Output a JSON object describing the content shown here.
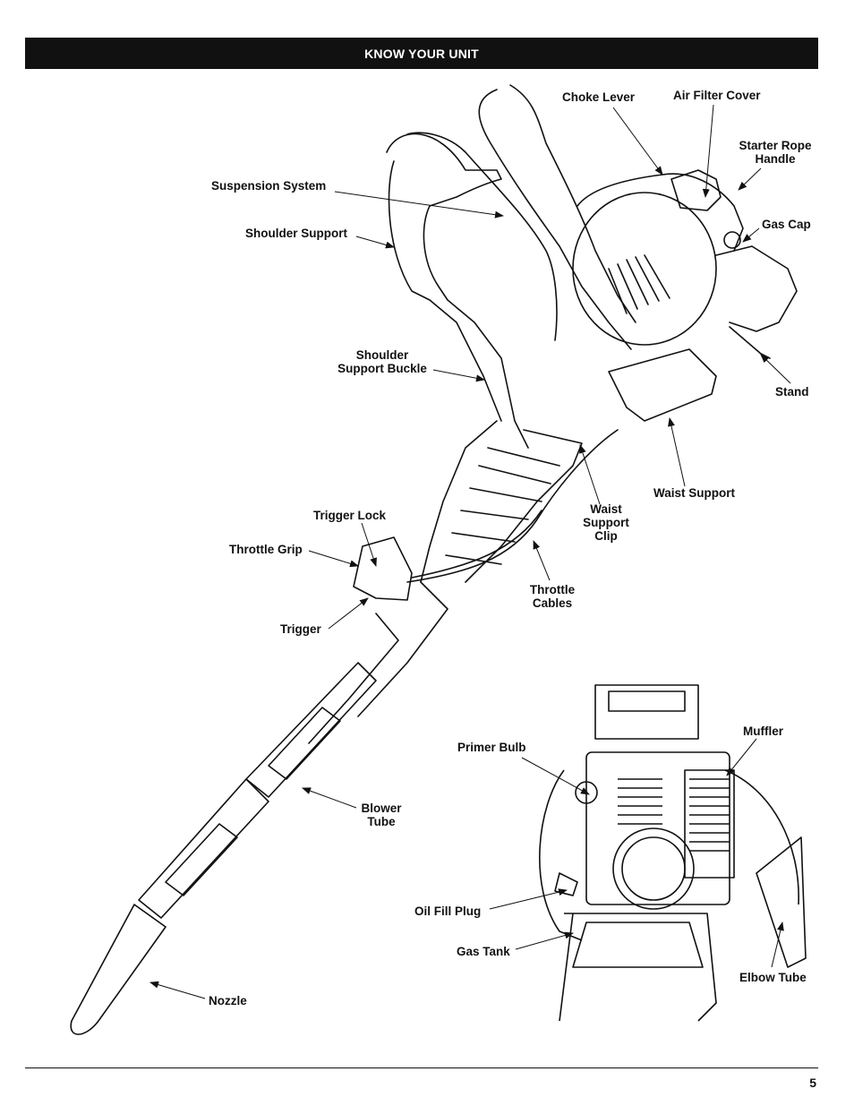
{
  "header": {
    "title": "KNOW YOUR UNIT"
  },
  "labels": {
    "choke_lever": "Choke Lever",
    "air_filter_cover": "Air Filter Cover",
    "starter_rope_handle": "Starter Rope\nHandle",
    "suspension_system": "Suspension System",
    "shoulder_support": "Shoulder Support",
    "gas_cap": "Gas Cap",
    "shoulder_support_buckle": "Shoulder\nSupport Buckle",
    "stand": "Stand",
    "waist_support": "Waist Support",
    "waist_support_clip": "Waist\nSupport\nClip",
    "trigger_lock": "Trigger Lock",
    "throttle_grip": "Throttle Grip",
    "throttle_cables": "Throttle\nCables",
    "trigger": "Trigger",
    "muffler": "Muffler",
    "primer_bulb": "Primer Bulb",
    "blower_tube": "Blower\nTube",
    "oil_fill_plug": "Oil Fill Plug",
    "gas_tank": "Gas Tank",
    "elbow_tube": "Elbow Tube",
    "nozzle": "Nozzle"
  },
  "footer": {
    "page_number": "5"
  }
}
